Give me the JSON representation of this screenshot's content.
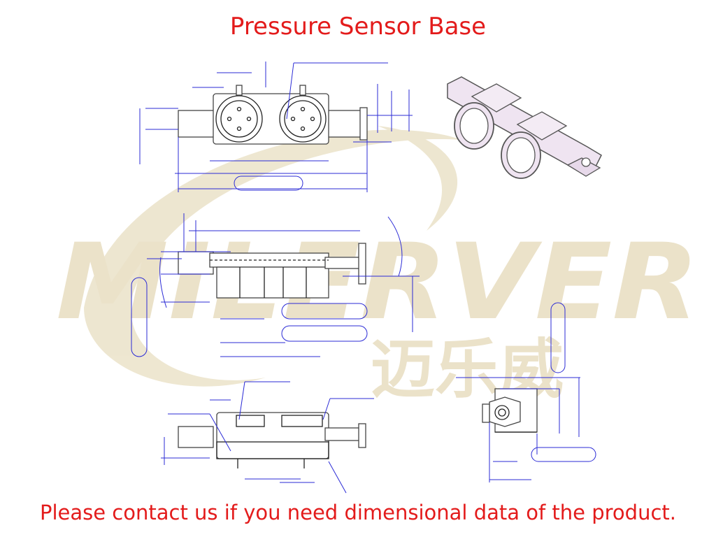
{
  "title": "Pressure Sensor Base",
  "footer_note": "Please contact us if you need dimensional data of the product.",
  "watermark": {
    "latin": "MILERVER",
    "cjk": "迈乐威"
  },
  "colors": {
    "title": "#e31b1b",
    "dimension": "#2b2bd6",
    "watermark": "#e9dfc4",
    "iso_fill": "#efe4f1"
  }
}
